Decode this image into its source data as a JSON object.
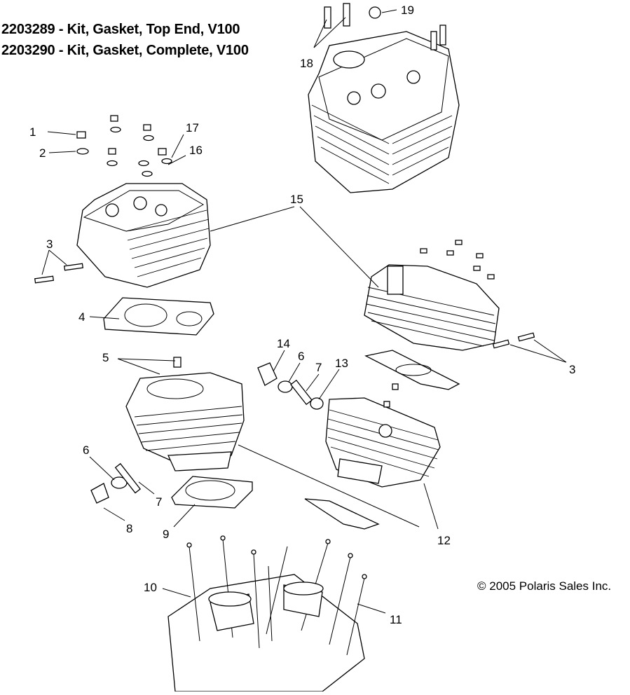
{
  "kits": [
    {
      "label": "2203289 - Kit, Gasket, Top End, V100"
    },
    {
      "label": "2203290 - Kit, Gasket, Complete, V100"
    }
  ],
  "copyright": "© 2005 Polaris Sales Inc.",
  "callouts": [
    "1",
    "2",
    "3",
    "4",
    "5",
    "6",
    "7",
    "8",
    "9",
    "10",
    "11",
    "12",
    "13",
    "14",
    "15",
    "16",
    "17",
    "18",
    "19",
    "3",
    "6",
    "7"
  ]
}
